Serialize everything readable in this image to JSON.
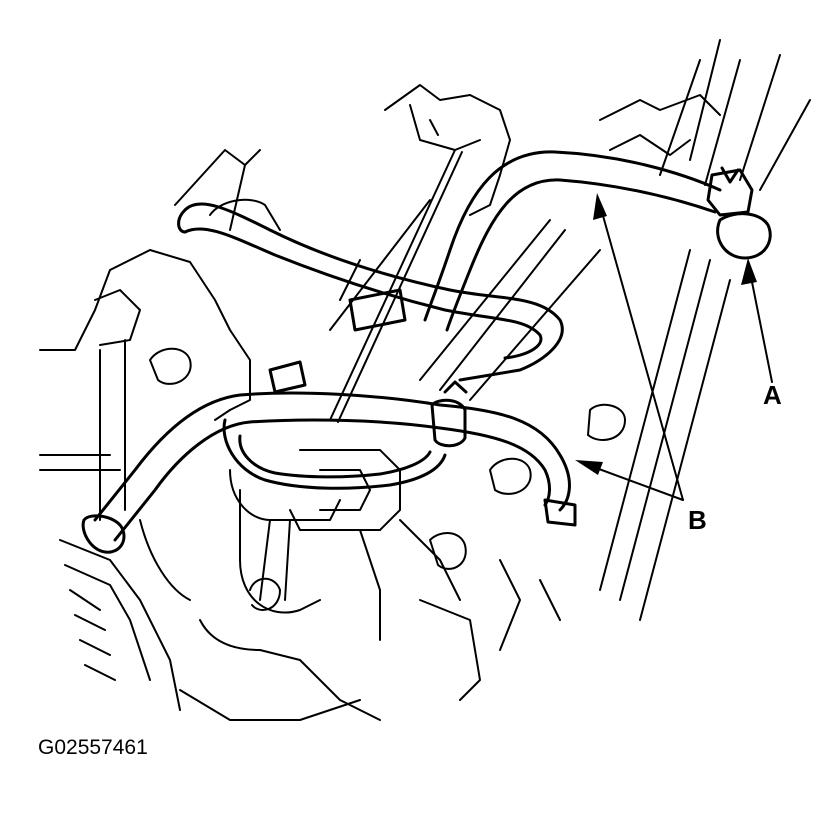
{
  "diagram": {
    "figure_id": "G02557461",
    "callouts": [
      {
        "id": "A",
        "label": "A"
      },
      {
        "id": "B",
        "label": "B"
      }
    ],
    "line_color": "#000000",
    "background": "#ffffff"
  }
}
